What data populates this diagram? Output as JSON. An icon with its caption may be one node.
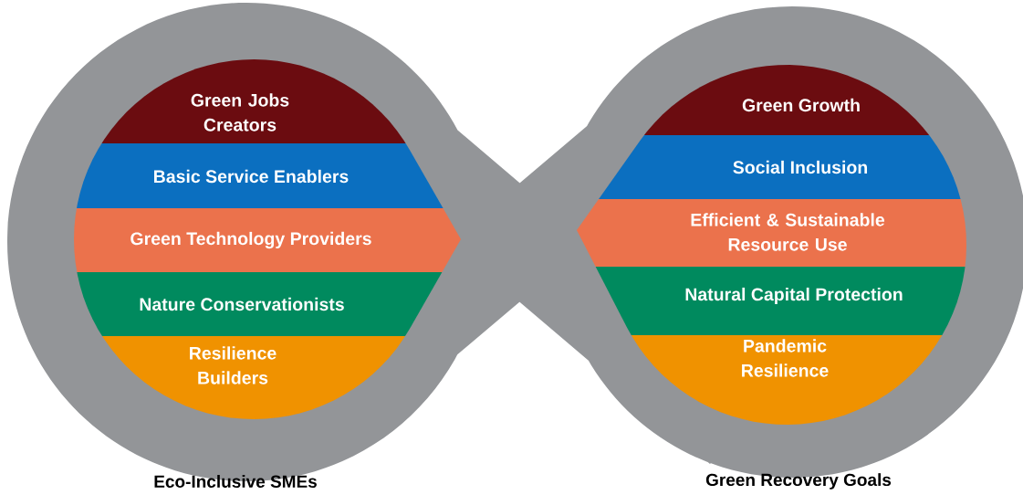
{
  "diagram": {
    "nodes": [
      {
        "text": [
          "Green Jobs Creators"
        ]
      },
      {
        "text": [
          "Basic Service Enablers"
        ]
      },
      {
        "text": [
          "Green Technology Providers"
        ]
      },
      {
        "text": [
          "Nature Conservationists"
        ]
      },
      {
        "text": [
          "Resilience Builders"
        ]
      },
      {
        "text": [
          "Green Growth"
        ]
      },
      {
        "text": [
          "Social Inclusion"
        ]
      },
      {
        "text": [
          "Efficient & Sustainable Resource Use"
        ]
      },
      {
        "text": [
          "Natural Capital Protection"
        ]
      },
      {
        "text": [
          "Pandemic Resilience"
        ]
      }
    ],
    "labels": [
      "Eco-Inclusive SMEs",
      "Green Recovery Goals"
    ]
  }
}
